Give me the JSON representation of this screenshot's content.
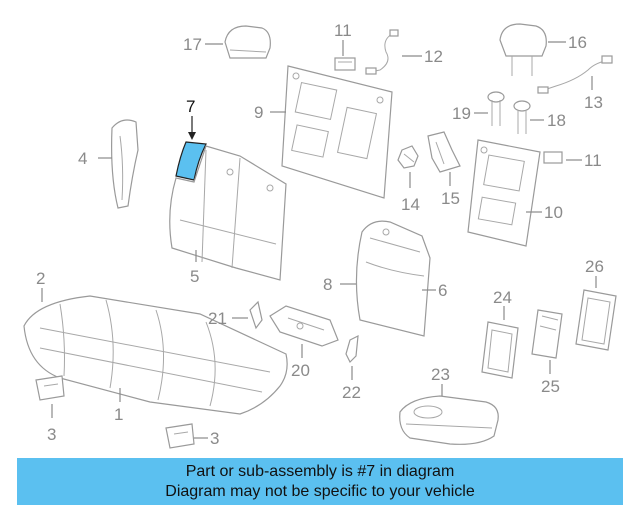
{
  "banner": {
    "line1": "Part or sub-assembly is #7 in diagram",
    "line2": "Diagram may not be specific to your vehicle"
  },
  "highlight_color": "#5bc0f0",
  "callouts": {
    "c1": "1",
    "c2": "2",
    "c3a": "3",
    "c3b": "3",
    "c4": "4",
    "c5": "5",
    "c6": "6",
    "c7": "7",
    "c8": "8",
    "c9": "9",
    "c10": "10",
    "c11a": "11",
    "c11b": "11",
    "c12": "12",
    "c13": "13",
    "c14": "14",
    "c15": "15",
    "c16": "16",
    "c17": "17",
    "c18": "18",
    "c19": "19",
    "c20": "20",
    "c21": "21",
    "c22": "22",
    "c23": "23",
    "c24": "24",
    "c25": "25",
    "c26": "26"
  }
}
